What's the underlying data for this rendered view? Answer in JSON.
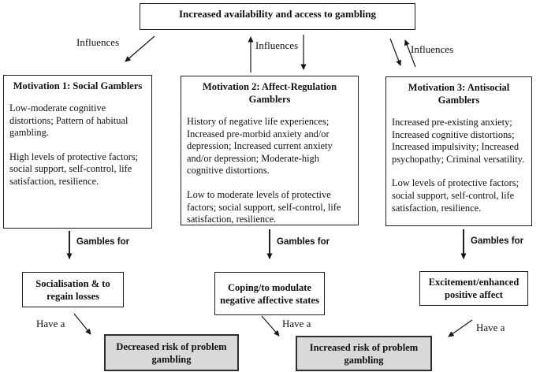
{
  "title_box": "Increased availability and access to gambling",
  "labels": {
    "influences": "Influences",
    "gambles_for": "Gambles for",
    "have_a": "Have a"
  },
  "motivations": [
    {
      "title": "Motivation 1: Social Gamblers",
      "para1": "Low-moderate cognitive distortions; Pattern of habitual gambling.",
      "para2": "High levels of protective factors; social support, self-control, life satisfaction, resilience.",
      "outcome": "Socialisation & to regain losses"
    },
    {
      "title": "Motivation 2: Affect-Regulation Gamblers",
      "para1": "History of negative life experiences; Increased pre-morbid anxiety and/or depression; Increased current anxiety and/or depression; Moderate-high cognitive distortions.",
      "para2": "Low to moderate levels of protective factors; social support, self-control, life satisfaction, resilience.",
      "outcome": "Coping/to modulate negative affective states"
    },
    {
      "title": "Motivation 3: Antisocial Gamblers",
      "para1": "Increased pre-existing anxiety; Increased cognitive distortions; Increased impulsivity; Increased psychopathy; Criminal versatility.",
      "para2": "Low levels of protective factors; social support, self-control, life satisfaction, resilience.",
      "outcome": "Excitement/enhanced positive affect"
    }
  ],
  "risk_boxes": {
    "decreased": "Decreased risk of problem gambling",
    "increased": "Increased risk of problem gambling"
  },
  "colors": {
    "risk_box_fill": "#d9d9d9",
    "line": "#161616"
  }
}
